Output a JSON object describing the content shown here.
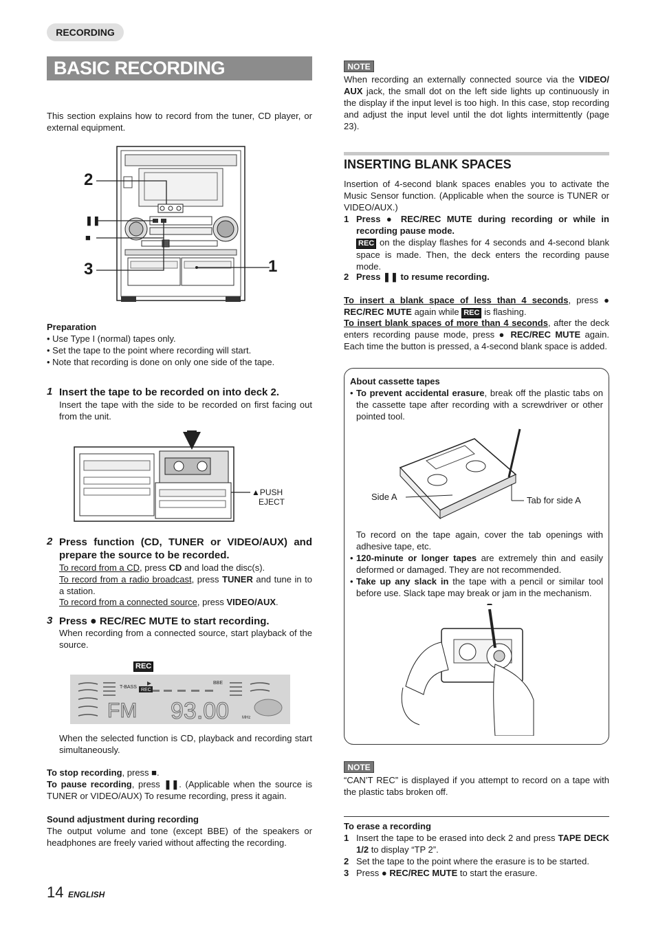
{
  "header": {
    "section_tag": "RECORDING",
    "title": "BASIC RECORDING"
  },
  "intro": "This section explains how to record from the tuner, CD player, or external equipment.",
  "figure1": {
    "callouts": [
      "2",
      "❚❚",
      "■",
      "3",
      "1"
    ]
  },
  "preparation": {
    "heading": "Preparation",
    "items": [
      "• Use Type I (normal) tapes only.",
      "• Set the tape to the point where recording will start.",
      "• Note that recording is done on only one side of the tape."
    ]
  },
  "step1": {
    "num": "1",
    "heading": "Insert the tape to be recorded on into deck 2.",
    "body": "Insert the tape with the side to be recorded on first facing out from the unit."
  },
  "figure2": {
    "push_label": "▲PUSH",
    "eject_label": "EJECT"
  },
  "step2": {
    "num": "2",
    "heading": "Press function (CD, TUNER or VIDEO/AUX) and prepare the source to be recorded.",
    "cd_u": "To record from a CD",
    "cd_mid": ", press ",
    "cd_b": "CD",
    "cd_end": " and load the disc(s).",
    "radio_u": "To record from a radio broadcast",
    "radio_mid": ", press ",
    "radio_b": "TUNER",
    "radio_end": " and tune in to a station.",
    "src_u": "To record from a connected source",
    "src_mid": ", press ",
    "src_b": "VIDEO/AUX",
    "src_end": "."
  },
  "step3": {
    "num": "3",
    "heading_a": "Press ",
    "heading_b": " REC/REC MUTE to start recording.",
    "body": "When recording from a connected source, start playback of the source."
  },
  "display_panel": {
    "rec_badge": "REC",
    "tbass": "T-BASS",
    "bbe": "BBE",
    "mini_rec": "REC",
    "band": "FM",
    "freq": "93.00",
    "unit": "MHz"
  },
  "after_display": "When the selected function is CD, playback and recording start simultaneously.",
  "stop_pause": {
    "stop_b": "To stop recording",
    "stop_mid": ", press ",
    "stop_sym": "■",
    "stop_end": ".",
    "pause_b": "To pause recording",
    "pause_mid": ", press ",
    "pause_sym": "❚❚",
    "pause_end": ". (Applicable when the source is TUNER or VIDEO/AUX)  To resume recording, press it again."
  },
  "sound_adj": {
    "heading": "Sound adjustment during recording",
    "body": "The output volume and tone (except BBE) of the speakers or headphones are freely varied without affecting the recording."
  },
  "footer": {
    "page_number": "14",
    "language": "ENGLISH"
  },
  "note1": {
    "badge": "NOTE",
    "text_a": "When recording an externally connected source via the ",
    "text_b": "VIDEO/ AUX",
    "text_c": " jack, the small dot on the left side lights up continuously in the display if the input level is too high. In this case, stop recording and adjust the input level until the dot lights intermittently (page 23)."
  },
  "blank_spaces": {
    "heading": "INSERTING BLANK SPACES",
    "intro": "Insertion of  4-second blank spaces enables you to activate the Music Sensor function. (Applicable when the source is TUNER or VIDEO/AUX.)",
    "s1_num": "1",
    "s1_a": "Press ",
    "s1_b": " REC/REC MUTE during recording or while in recording pause mode.",
    "s1_rec": "REC",
    "s1_body": " on the display flashes for 4 seconds and 4-second blank space is made. Then, the deck enters the recording pause mode.",
    "s2_num": "2",
    "s2_a": "Press ",
    "s2_sym": "❚❚",
    "s2_b": " to resume recording.",
    "less_u": "To insert a blank space of less than 4 seconds",
    "less_mid": ", press ",
    "less_b": "REC/REC MUTE",
    "less_mid2": " again while ",
    "less_rec": "REC",
    "less_end": " is flashing.",
    "more_u": "To insert blank spaces of more than 4 seconds",
    "more_mid": ", after the deck enters recording pause mode, press ",
    "more_b": "REC/REC MUTE",
    "more_end": " again. Each time the button is pressed, a 4-second blank space is added."
  },
  "cassette_box": {
    "heading": "About cassette tapes",
    "b1_b": "To prevent accidental erasure",
    "b1_rest": ", break off the plastic tabs on the cassette tape after recording with a screwdriver or other pointed tool.",
    "side_a": "Side A",
    "tab_label": "Tab for side A",
    "cover": "To record on the tape again, cover the tab openings with adhesive tape, etc.",
    "b2_b": "120-minute or longer tapes",
    "b2_rest": " are extremely thin and easily deformed or damaged. They are not recommended.",
    "b3_b": "Take up any slack in",
    "b3_rest": " the tape with a pencil or similar tool before use.  Slack tape may break or jam in the mechanism."
  },
  "note2": {
    "badge": "NOTE",
    "text": "“CAN’T REC” is displayed if you attempt to record on a tape with the plastic tabs broken off."
  },
  "erase": {
    "heading": "To erase a recording",
    "s1_num": "1",
    "s1_a": "Insert the tape to be erased into deck 2 and press ",
    "s1_b": "TAPE DECK 1/2",
    "s1_c": " to display “TP 2”.",
    "s2_num": "2",
    "s2": "Set the tape to the point where the erasure is to be started.",
    "s3_num": "3",
    "s3_a": "Press ",
    "s3_b": " REC/REC MUTE",
    "s3_c": " to start the erasure."
  }
}
